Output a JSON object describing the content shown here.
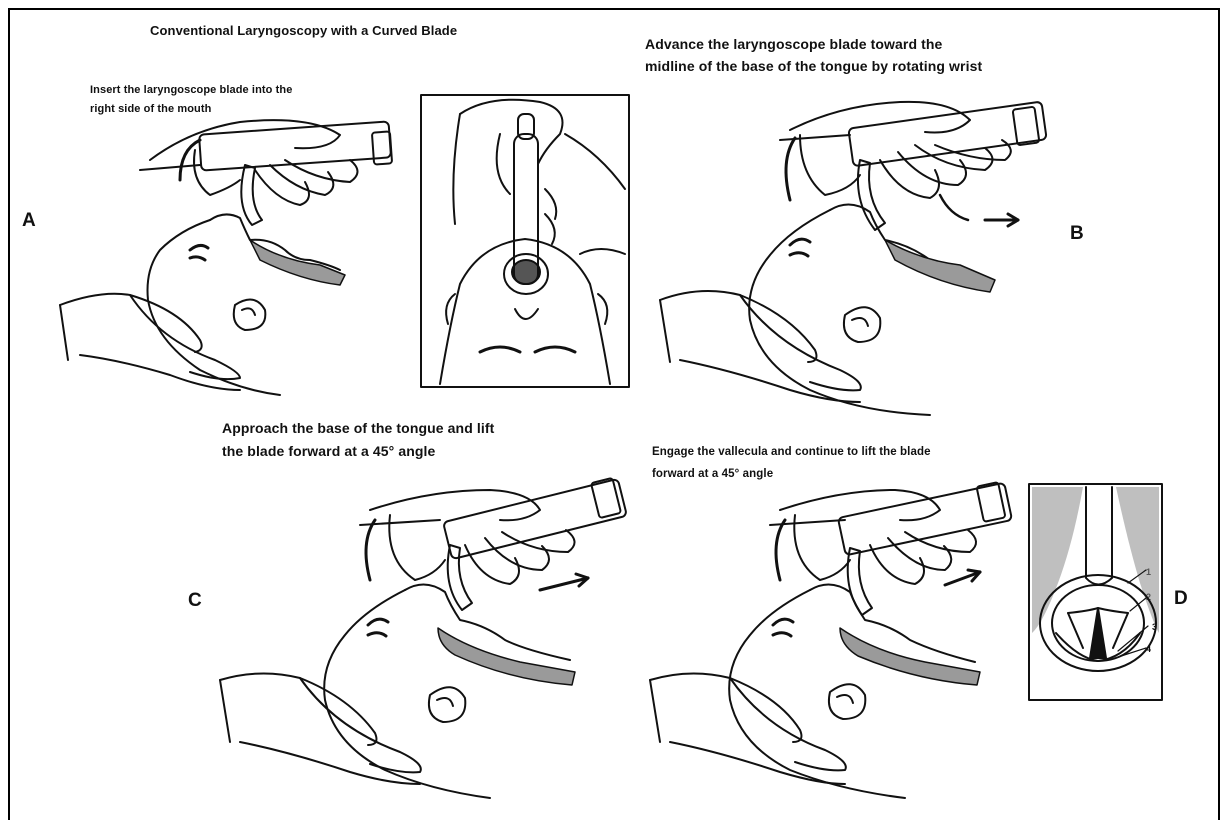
{
  "title": "Conventional Laryngoscopy with a Curved Blade",
  "panels": {
    "A": {
      "letter": "A",
      "caption_line1": "Insert the laryngoscope blade into the",
      "caption_line2": "right side of the mouth"
    },
    "B": {
      "letter": "B",
      "caption_line1": "Advance the laryngoscope blade toward the",
      "caption_line2": "midline of the base of the tongue by rotating wrist"
    },
    "C": {
      "letter": "C",
      "caption_line1": "Approach the base of the tongue and lift",
      "caption_line2": "the blade forward at a 45° angle"
    },
    "D": {
      "letter": "D",
      "caption_line1": "Engage the vallecula and continue to lift the blade",
      "caption_line2": "forward at a 45° angle"
    }
  },
  "inset_labels": [
    "1",
    "2",
    "3",
    "4"
  ],
  "colors": {
    "ink": "#111111",
    "shade": "#9a9a9a",
    "paper": "#ffffff"
  }
}
